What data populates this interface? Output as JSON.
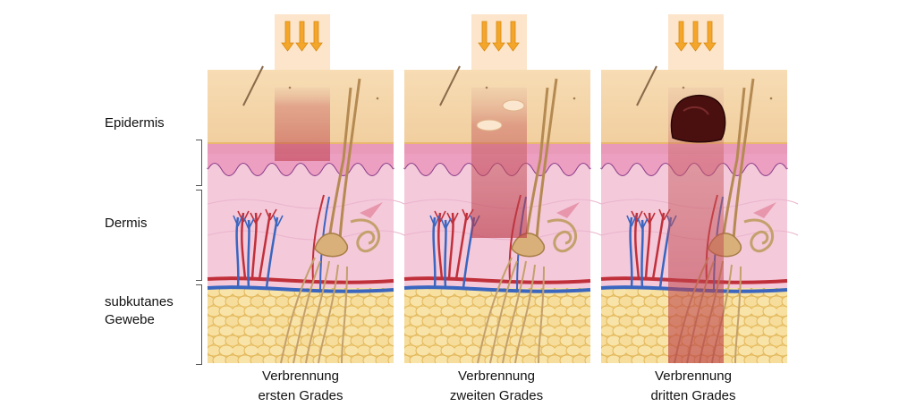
{
  "layers": {
    "epidermis": "Epidermis",
    "dermis": "Dermis",
    "subcutaneous": [
      "subkutanes",
      "Gewebe"
    ]
  },
  "panels": [
    {
      "caption": [
        "Verbrennung",
        "ersten Grades"
      ]
    },
    {
      "caption": [
        "Verbrennung",
        "zweiten Grades"
      ]
    },
    {
      "caption": [
        "Verbrennung",
        "dritten Grades"
      ]
    }
  ],
  "colors": {
    "epidermis": "#f6d7ad",
    "dermis": "#f3c6d9",
    "subcutaneous": "#f2d27e",
    "heat_arrow": "#f4a62a",
    "burn_zone": "#c0404a",
    "eschar": "#4a1010"
  },
  "icons": {
    "heat": "arrow-down-icon",
    "blister": "blister-icon",
    "eschar": "eschar-icon"
  }
}
